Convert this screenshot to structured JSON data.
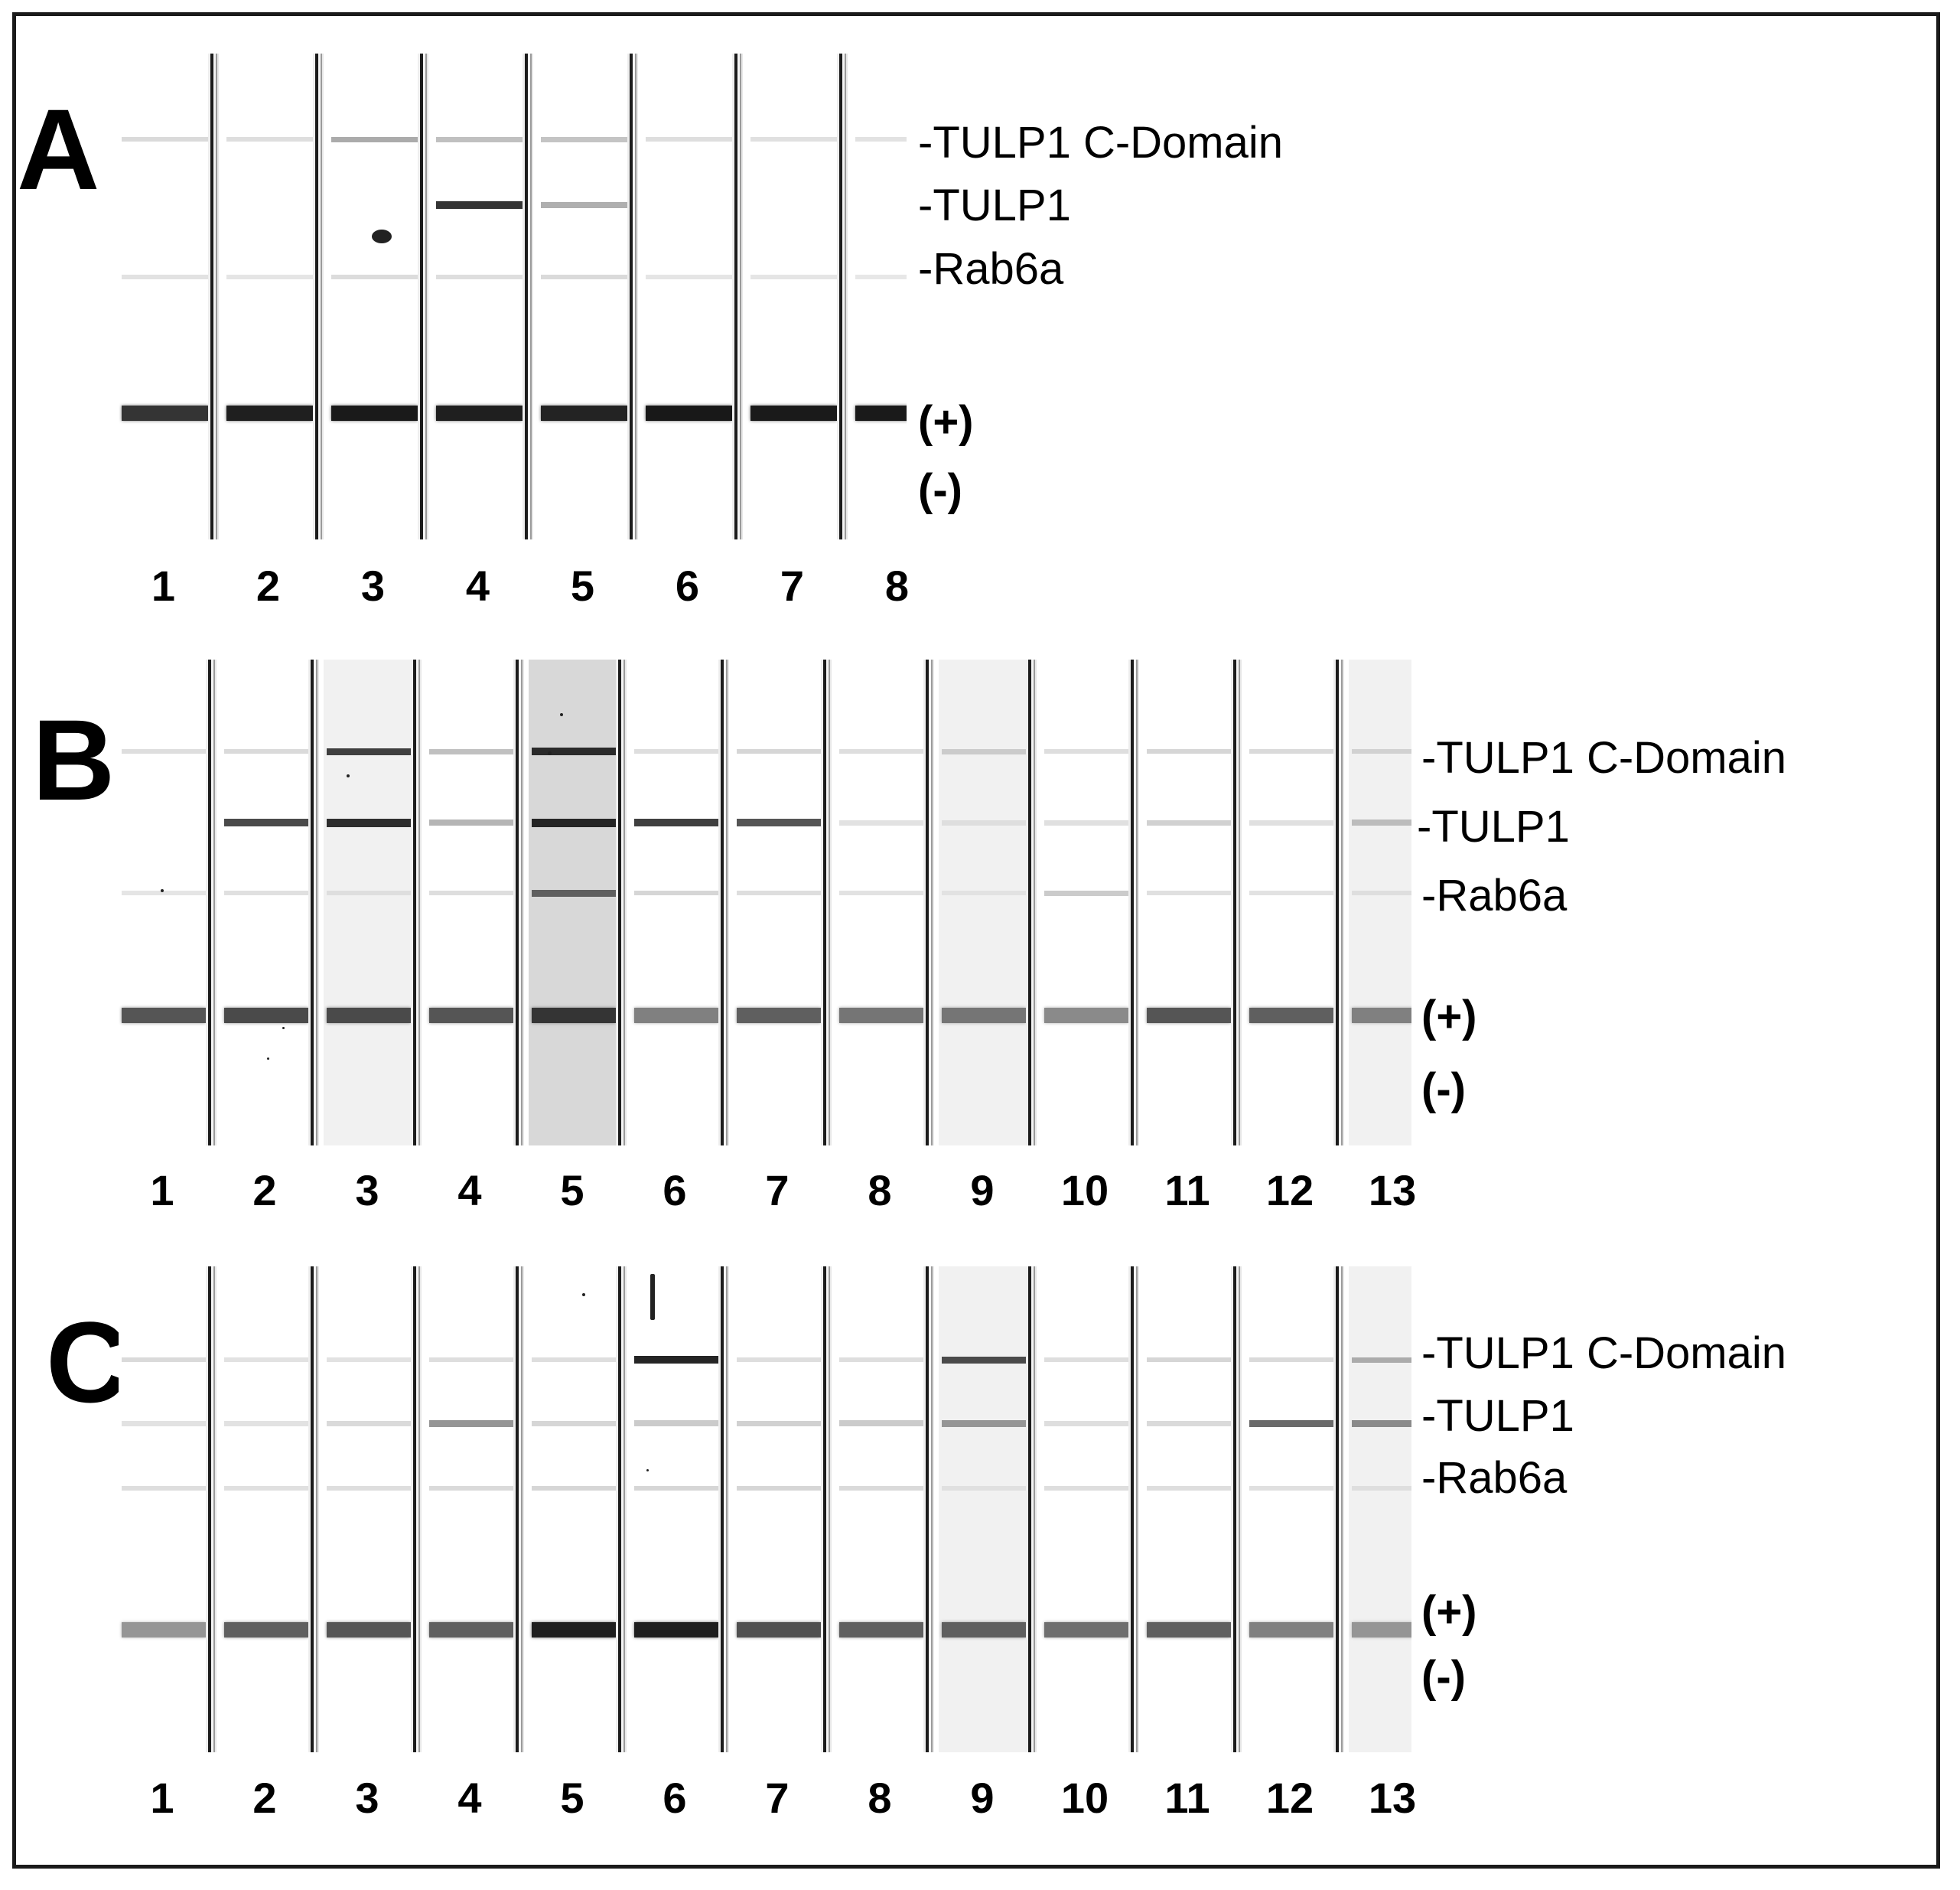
{
  "panels": [
    {
      "id": "A",
      "letter": "A",
      "lanes": [
        "1",
        "2",
        "3",
        "4",
        "5",
        "6",
        "7",
        "8"
      ],
      "markers": [
        "-TULP1 C-Domain",
        "-TULP1",
        "-Rab6a",
        "(+)",
        "(-)"
      ],
      "bands": {
        "c_domain": [
          0.08,
          0.06,
          0.3,
          0.2,
          0.18,
          0.06,
          0.05,
          0.04
        ],
        "tulp1": [
          0.0,
          0.0,
          0.0,
          0.85,
          0.28,
          0.0,
          0.0,
          0.0
        ],
        "rab6a": [
          0.04,
          0.03,
          0.07,
          0.06,
          0.08,
          0.03,
          0.03,
          0.02
        ],
        "positive": [
          0.85,
          0.95,
          0.97,
          0.95,
          0.93,
          0.98,
          0.97,
          0.97
        ]
      }
    },
    {
      "id": "B",
      "letter": "B",
      "lanes": [
        "1",
        "2",
        "3",
        "4",
        "5",
        "6",
        "7",
        "8",
        "9",
        "10",
        "11",
        "12",
        "13"
      ],
      "markers": [
        "-TULP1 C-Domain",
        "-TULP1",
        "-Rab6a",
        "(+)",
        "(-)"
      ],
      "bands": {
        "c_domain": [
          0.06,
          0.08,
          0.8,
          0.2,
          0.9,
          0.06,
          0.1,
          0.06,
          0.15,
          0.06,
          0.1,
          0.08,
          0.12
        ],
        "tulp1": [
          0.0,
          0.75,
          0.88,
          0.25,
          0.92,
          0.8,
          0.7,
          0.04,
          0.06,
          0.05,
          0.12,
          0.05,
          0.22
        ],
        "rab6a": [
          0.03,
          0.05,
          0.06,
          0.06,
          0.65,
          0.1,
          0.06,
          0.04,
          0.04,
          0.15,
          0.05,
          0.04,
          0.06
        ],
        "positive": [
          0.7,
          0.75,
          0.75,
          0.7,
          0.85,
          0.5,
          0.65,
          0.55,
          0.55,
          0.45,
          0.7,
          0.65,
          0.5
        ]
      }
    },
    {
      "id": "C",
      "letter": "C",
      "lanes": [
        "1",
        "2",
        "3",
        "4",
        "5",
        "6",
        "7",
        "8",
        "9",
        "10",
        "11",
        "12",
        "13"
      ],
      "markers": [
        "-TULP1 C-Domain",
        "-TULP1",
        "-Rab6a",
        "(+)",
        "(-)"
      ],
      "bands": {
        "c_domain": [
          0.08,
          0.04,
          0.04,
          0.06,
          0.06,
          0.92,
          0.06,
          0.06,
          0.75,
          0.06,
          0.1,
          0.08,
          0.3
        ],
        "tulp1": [
          0.04,
          0.04,
          0.08,
          0.4,
          0.1,
          0.15,
          0.12,
          0.15,
          0.4,
          0.06,
          0.08,
          0.6,
          0.45
        ],
        "rab6a": [
          0.06,
          0.05,
          0.06,
          0.08,
          0.1,
          0.1,
          0.1,
          0.08,
          0.05,
          0.06,
          0.06,
          0.05,
          0.06
        ],
        "positive": [
          0.4,
          0.65,
          0.7,
          0.65,
          0.95,
          0.95,
          0.72,
          0.65,
          0.65,
          0.58,
          0.65,
          0.5,
          0.4
        ]
      }
    }
  ]
}
